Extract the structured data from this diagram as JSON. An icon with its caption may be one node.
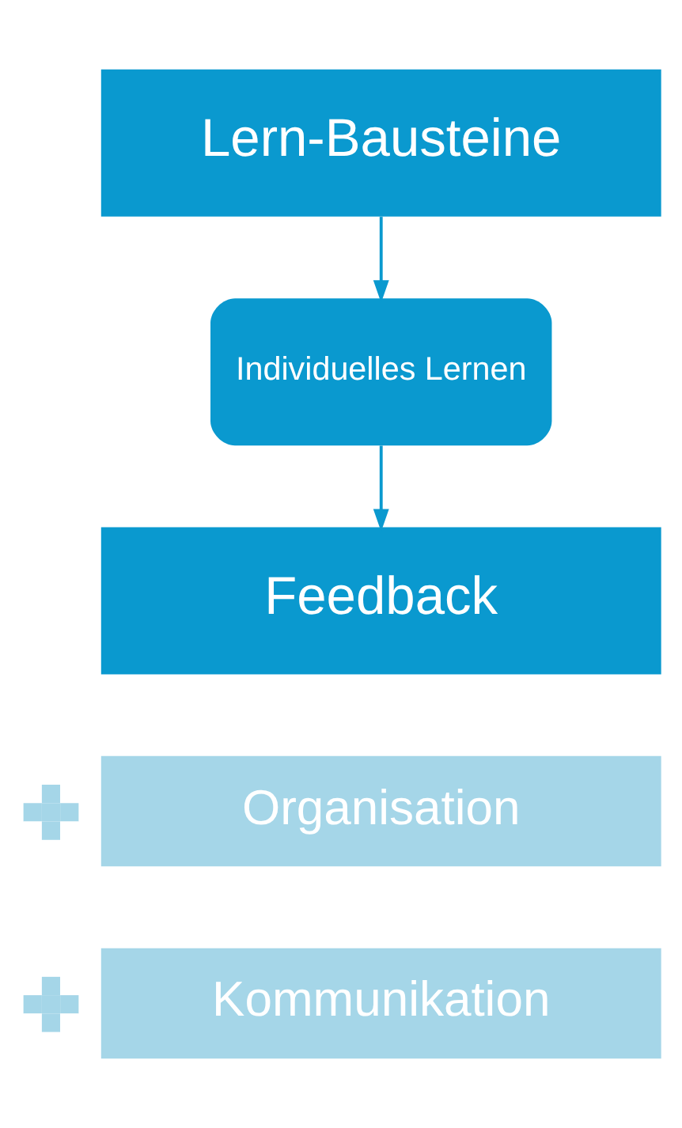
{
  "diagram": {
    "nodes": [
      {
        "text": [
          "Lern-Bausteine"
        ]
      },
      {
        "text": [
          "Individuelles Lernen"
        ]
      },
      {
        "text": [
          "Feedback"
        ]
      },
      {
        "text": [],
        "shape": "plus"
      },
      {
        "text": [
          "Organisation"
        ]
      },
      {
        "text": [],
        "shape": "plus"
      },
      {
        "text": [
          "Kommunikation"
        ]
      }
    ],
    "edges": [
      {
        "from": 0,
        "to": 1,
        "arrow": "to"
      },
      {
        "from": 1,
        "to": 2,
        "arrow": "to"
      }
    ]
  }
}
